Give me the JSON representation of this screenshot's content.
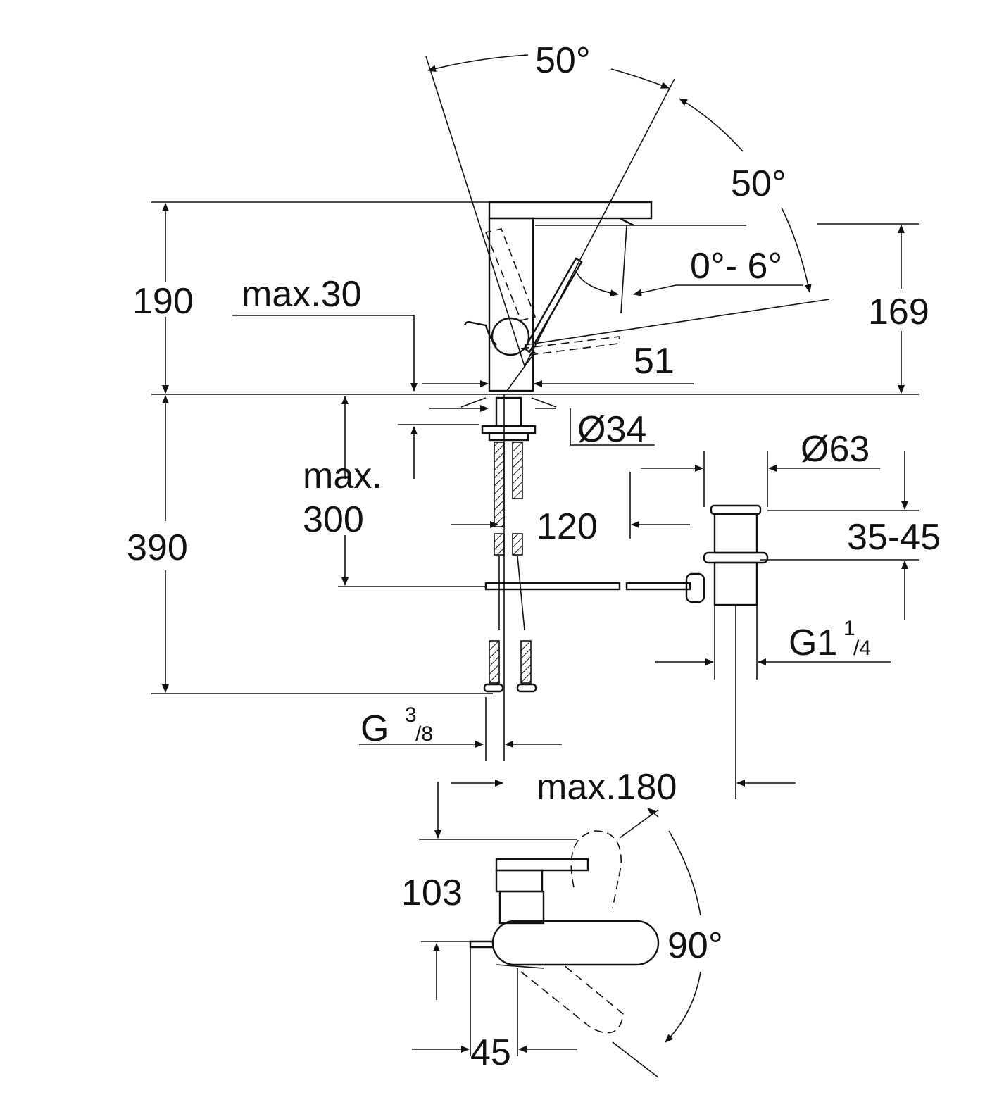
{
  "drawing": {
    "labels": {
      "angle_top": "50°",
      "angle_right": "50°",
      "tilt": "0°- 6°",
      "height_190": "190",
      "max_30": "max.30",
      "height_169": "169",
      "width_51": "51",
      "dia_34": "Ø34",
      "dia_63": "Ø63",
      "max": "max.",
      "depth_300": "300",
      "width_120": "120",
      "height_390": "390",
      "range_35_45": "35-45",
      "g1": "G1",
      "g1_frac_num": "1",
      "g1_frac_den": "/4",
      "g": "G",
      "g_frac_num": "3",
      "g_frac_den": "/8",
      "max_180": "max.180",
      "depth_103": "103",
      "angle_90": "90°",
      "width_45": "45"
    }
  }
}
